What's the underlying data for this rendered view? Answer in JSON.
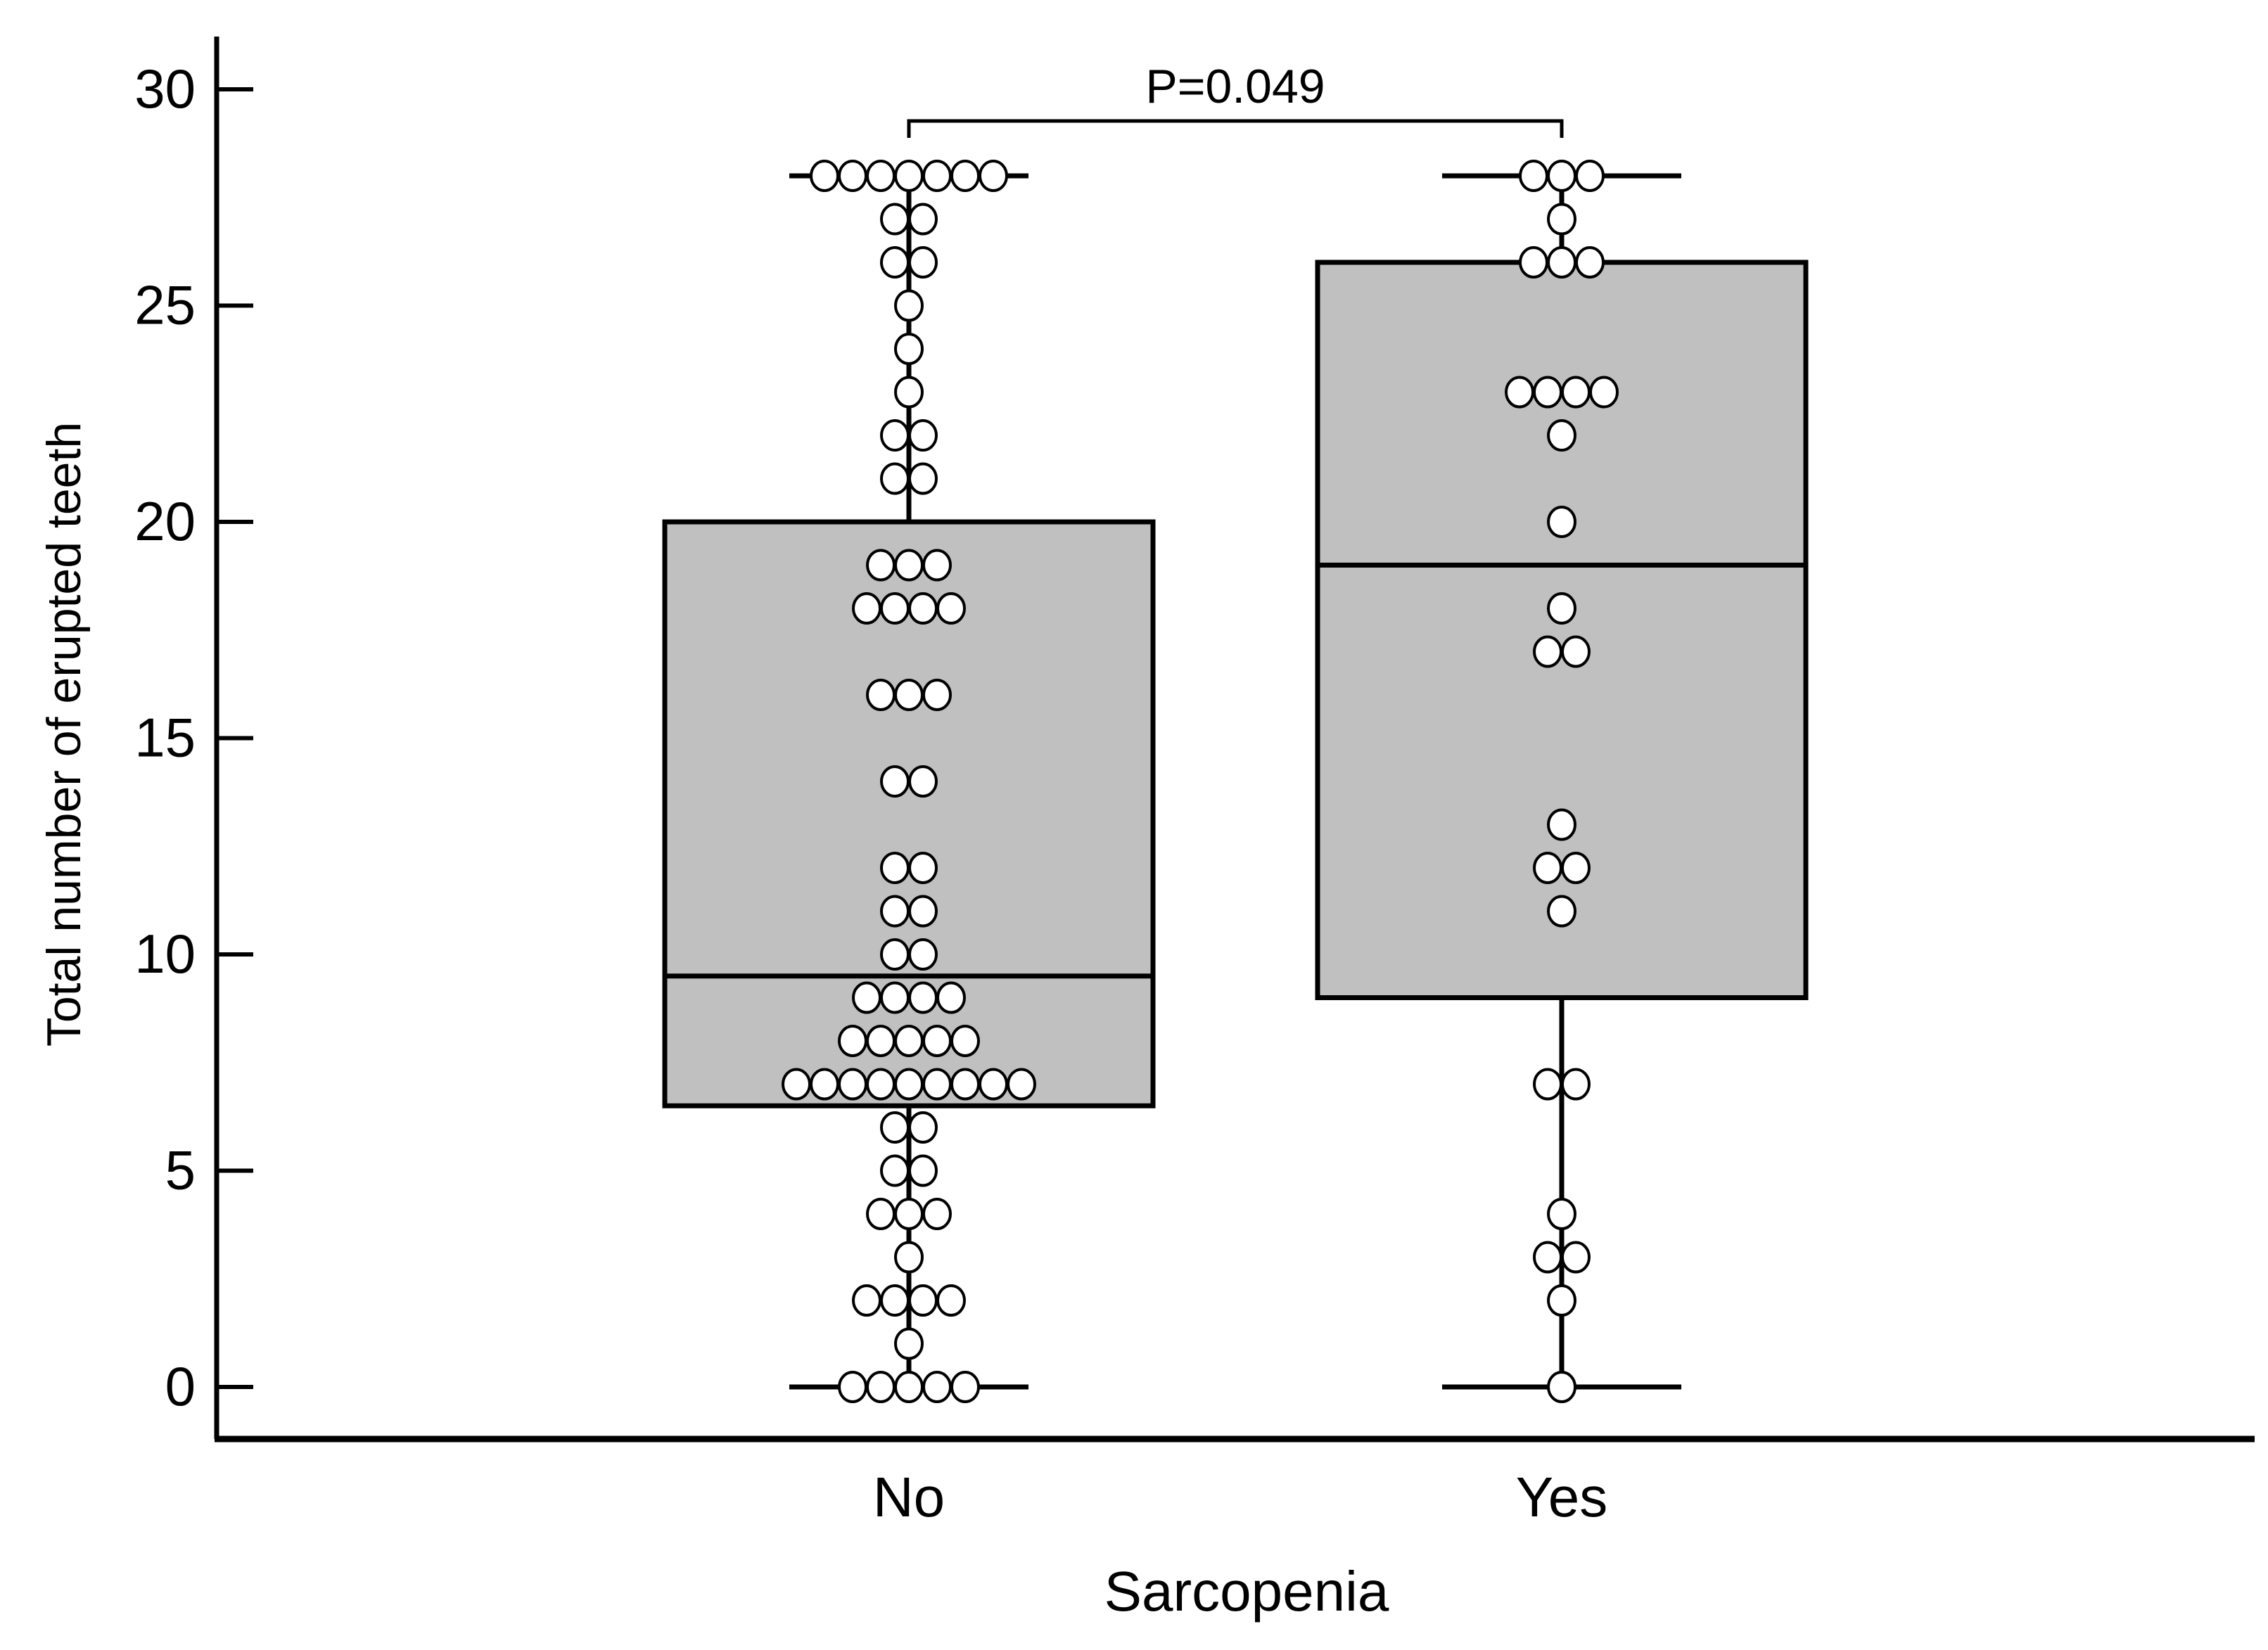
{
  "chart_data": {
    "type": "box",
    "title": "",
    "xlabel": "Sarcopenia",
    "ylabel": "Total number of erupted teeth",
    "categories": [
      "No",
      "Yes"
    ],
    "ylim": [
      -1.2,
      31.2
    ],
    "yticks": [
      0,
      5,
      10,
      15,
      20,
      25,
      30
    ],
    "ytick_labels": [
      "0",
      "5",
      "10",
      "15",
      "20",
      "25",
      "30"
    ],
    "grid": false,
    "legend": "none",
    "colors": {
      "box_fill": "#c0c0c0",
      "line": "#000000",
      "point_fill": "#ffffff",
      "background": "#ffffff"
    },
    "boxes": [
      {
        "category": "No",
        "min": 0,
        "q1": 6.5,
        "median": 9.5,
        "q3": 20,
        "max": 28,
        "points": [
          {
            "value": 28,
            "count": 7
          },
          {
            "value": 27,
            "count": 2
          },
          {
            "value": 26,
            "count": 2
          },
          {
            "value": 25,
            "count": 1
          },
          {
            "value": 24,
            "count": 1
          },
          {
            "value": 23,
            "count": 1
          },
          {
            "value": 22,
            "count": 2
          },
          {
            "value": 21,
            "count": 2
          },
          {
            "value": 19,
            "count": 3
          },
          {
            "value": 18,
            "count": 4
          },
          {
            "value": 16,
            "count": 3
          },
          {
            "value": 14,
            "count": 2
          },
          {
            "value": 12,
            "count": 2
          },
          {
            "value": 11,
            "count": 2
          },
          {
            "value": 10,
            "count": 2
          },
          {
            "value": 9,
            "count": 4
          },
          {
            "value": 8,
            "count": 5
          },
          {
            "value": 7,
            "count": 9
          },
          {
            "value": 6,
            "count": 2
          },
          {
            "value": 5,
            "count": 2
          },
          {
            "value": 4,
            "count": 3
          },
          {
            "value": 3,
            "count": 1
          },
          {
            "value": 2,
            "count": 4
          },
          {
            "value": 1,
            "count": 1
          },
          {
            "value": 0,
            "count": 5
          }
        ]
      },
      {
        "category": "Yes",
        "min": 0,
        "q1": 9,
        "median": 19,
        "q3": 26,
        "max": 28,
        "points": [
          {
            "value": 28,
            "count": 3
          },
          {
            "value": 27,
            "count": 1
          },
          {
            "value": 26,
            "count": 3
          },
          {
            "value": 23,
            "count": 4
          },
          {
            "value": 22,
            "count": 1
          },
          {
            "value": 20,
            "count": 1
          },
          {
            "value": 18,
            "count": 1
          },
          {
            "value": 17,
            "count": 2
          },
          {
            "value": 13,
            "count": 1
          },
          {
            "value": 12,
            "count": 2
          },
          {
            "value": 11,
            "count": 1
          },
          {
            "value": 7,
            "count": 2
          },
          {
            "value": 4,
            "count": 1
          },
          {
            "value": 3,
            "count": 2
          },
          {
            "value": 2,
            "count": 1
          },
          {
            "value": 0,
            "count": 1
          }
        ]
      }
    ],
    "annotations": [
      {
        "text": "P=0.049",
        "type": "significance-bracket",
        "between": [
          "No",
          "Yes"
        ],
        "at_value": 29.3
      }
    ]
  }
}
